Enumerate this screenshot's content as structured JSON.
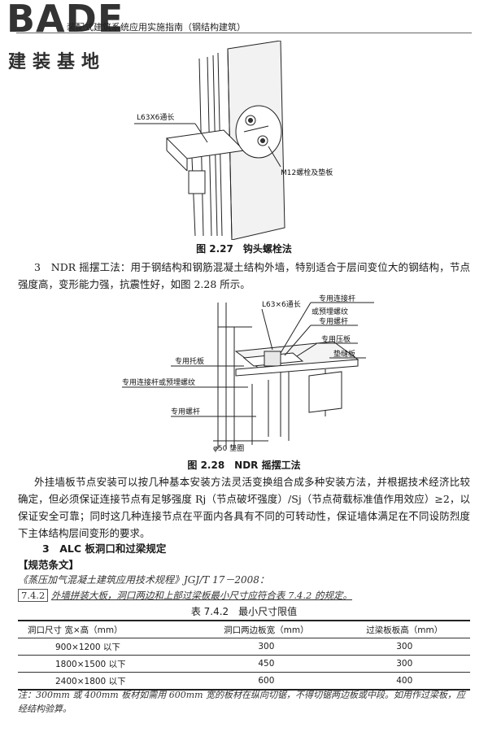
{
  "watermark": {
    "logo": "BADE",
    "subtitle": "建装基地"
  },
  "running_head": "装配式建筑系统应用实施指南（钢结构建筑）",
  "figure_227": {
    "caption": "图 2.27　钩头螺栓法",
    "labels": {
      "angle": "L63X6通长",
      "bolt": "M12螺栓及垫板"
    }
  },
  "para1": "3　NDR 摇摆工法：用于钢结构和钢筋混凝土结构外墙，特别适合于层间变位大的钢结构，节点强度高，变形能力强，抗震性好，如图 2.28 所示。",
  "figure_228": {
    "caption": "图 2.28　NDR 摇摆工法",
    "labels": {
      "angle": "L63×6通长",
      "rod_top": "专用连接杆",
      "embed_top": "或预埋螺纹",
      "bolt": "专用螺杆",
      "plate": "专用压板",
      "washer": "垫缝板",
      "bracket": "专用托板",
      "rod_mid": "专用连接杆或预埋螺纹",
      "bolt2": "专用螺杆",
      "pad": "φ50 垫圈"
    }
  },
  "para2": "外挂墙板节点安装可以按几种基本安装方法灵活变换组合成多种安装方法，并根据技术经济比较确定，但必须保证连接节点有足够强度 Rj（节点破坏强度）/Sj（节点荷载标准值作用效应）≥2，以保证安全可靠；同时这几种连接节点在平面内各具有不同的可转动性，保证墙体满足在不同设防烈度下主体结构层间变形的要求。",
  "section3": "3　ALC 板洞口和过梁规定",
  "clause_head": "【规范条文】",
  "standard": "《蒸压加气混凝土建筑应用技术规程》JGJ/T 17－2008：",
  "clause": {
    "tag": "7.4.2",
    "text": "外墙拼装大板，洞口两边和上部过梁板最小尺寸应符合表 7.4.2 的规定。"
  },
  "table": {
    "title": "表 7.4.2　最小尺寸限值",
    "headers": [
      "洞口尺寸 宽×高（mm）",
      "洞口两边板宽（mm）",
      "过梁板板高（mm）"
    ],
    "rows": [
      [
        "900×1200 以下",
        "300",
        "300"
      ],
      [
        "1800×1500 以下",
        "450",
        "300"
      ],
      [
        "2400×1800 以下",
        "600",
        "400"
      ]
    ]
  },
  "note": "注：300mm 或 400mm 板材如需用 600mm 宽的板材在纵向切锯，不得切锯两边板或中段。如用作过梁板，应经结构验算。"
}
